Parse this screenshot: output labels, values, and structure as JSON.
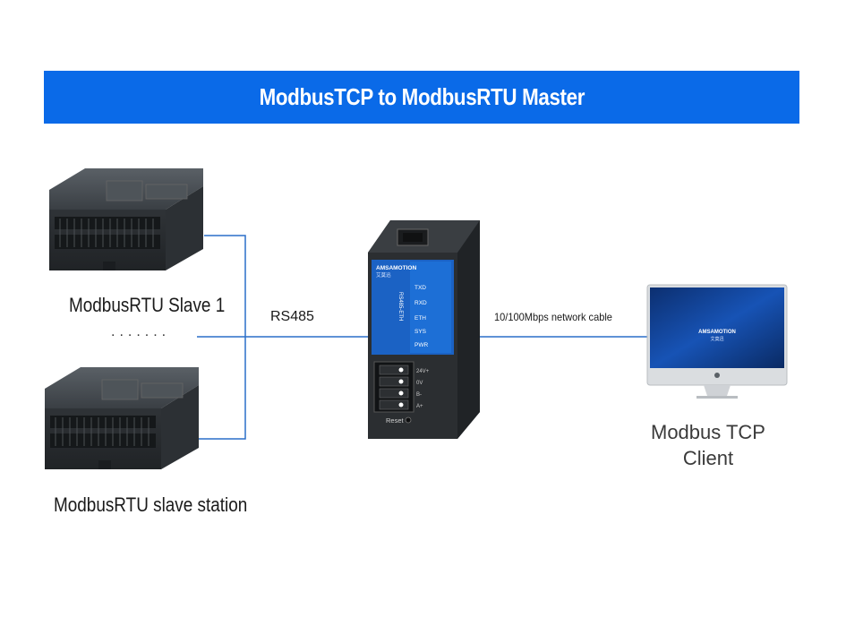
{
  "header": {
    "title": "ModbusTCP to ModbusRTU Master"
  },
  "labels": {
    "slave1": "ModbusRTU Slave 1",
    "ellipsis": ".......",
    "slave_station": "ModbusRTU slave station",
    "rs485": "RS485",
    "cable": "10/100Mbps network cable",
    "client_line1": "Modbus TCP",
    "client_line2": "Client"
  },
  "device": {
    "brand": "AMSAMOTION",
    "brand_sub": "艾莫迅",
    "model": "RS485-ETH",
    "leds": [
      "TXD",
      "RXD",
      "ETH",
      "SYS",
      "PWR"
    ],
    "terminals": [
      "24V+",
      "0V",
      "B-",
      "A+"
    ],
    "reset": "Reset"
  },
  "monitor": {
    "brand": "AMSAMOTION",
    "brand_sub": "艾莫迅"
  },
  "colors": {
    "banner": "#0a6ae8",
    "line": "#2a6fc9",
    "plc_body": "#3e4347",
    "device_body": "#2b2e31",
    "device_panel": "#1b62c4",
    "screen": "#0f3f8f"
  }
}
